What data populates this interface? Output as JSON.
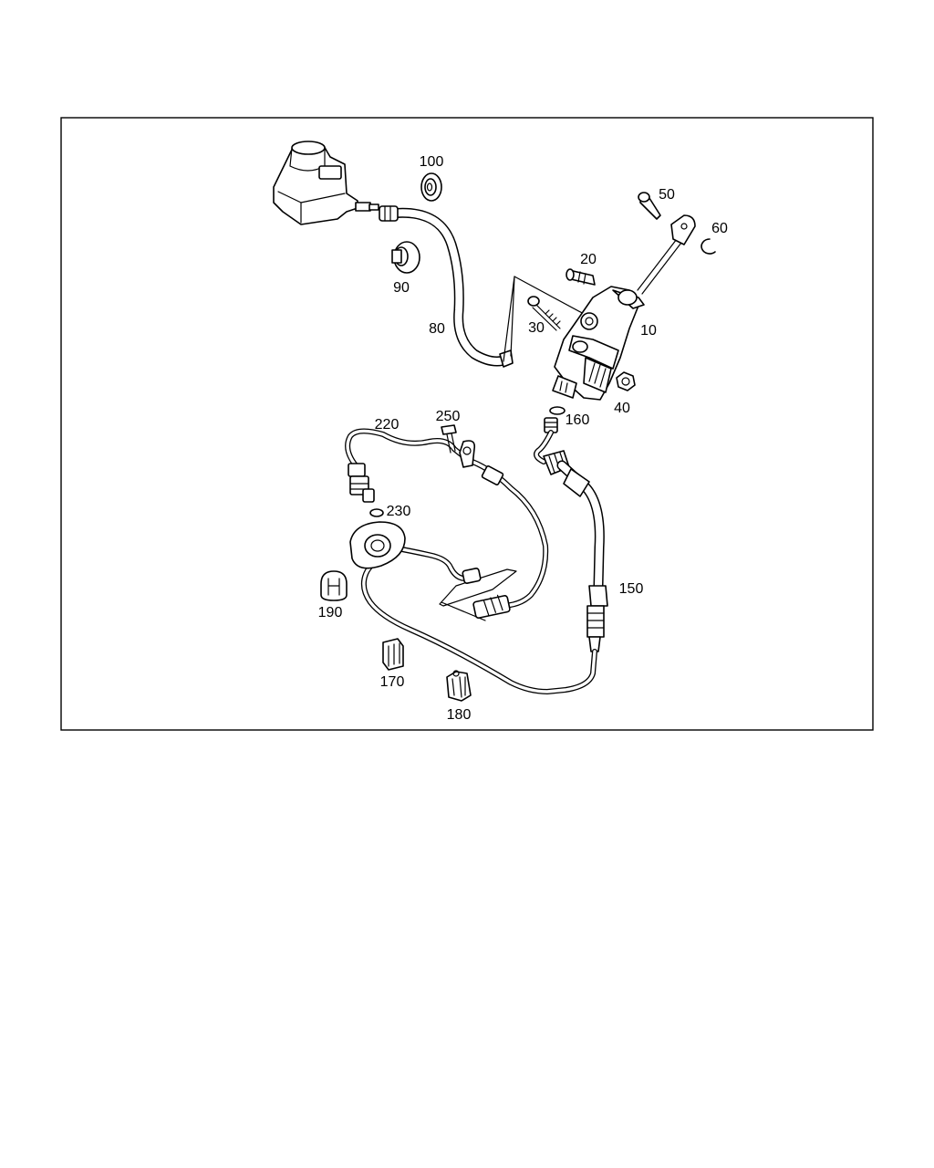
{
  "diagram": {
    "part_labels": [
      "10",
      "20",
      "30",
      "40",
      "50",
      "60",
      "80",
      "90",
      "100",
      "150",
      "160",
      "170",
      "180",
      "190",
      "220",
      "230",
      "250"
    ]
  },
  "colors": {
    "line": "#000000",
    "background": "#ffffff"
  }
}
